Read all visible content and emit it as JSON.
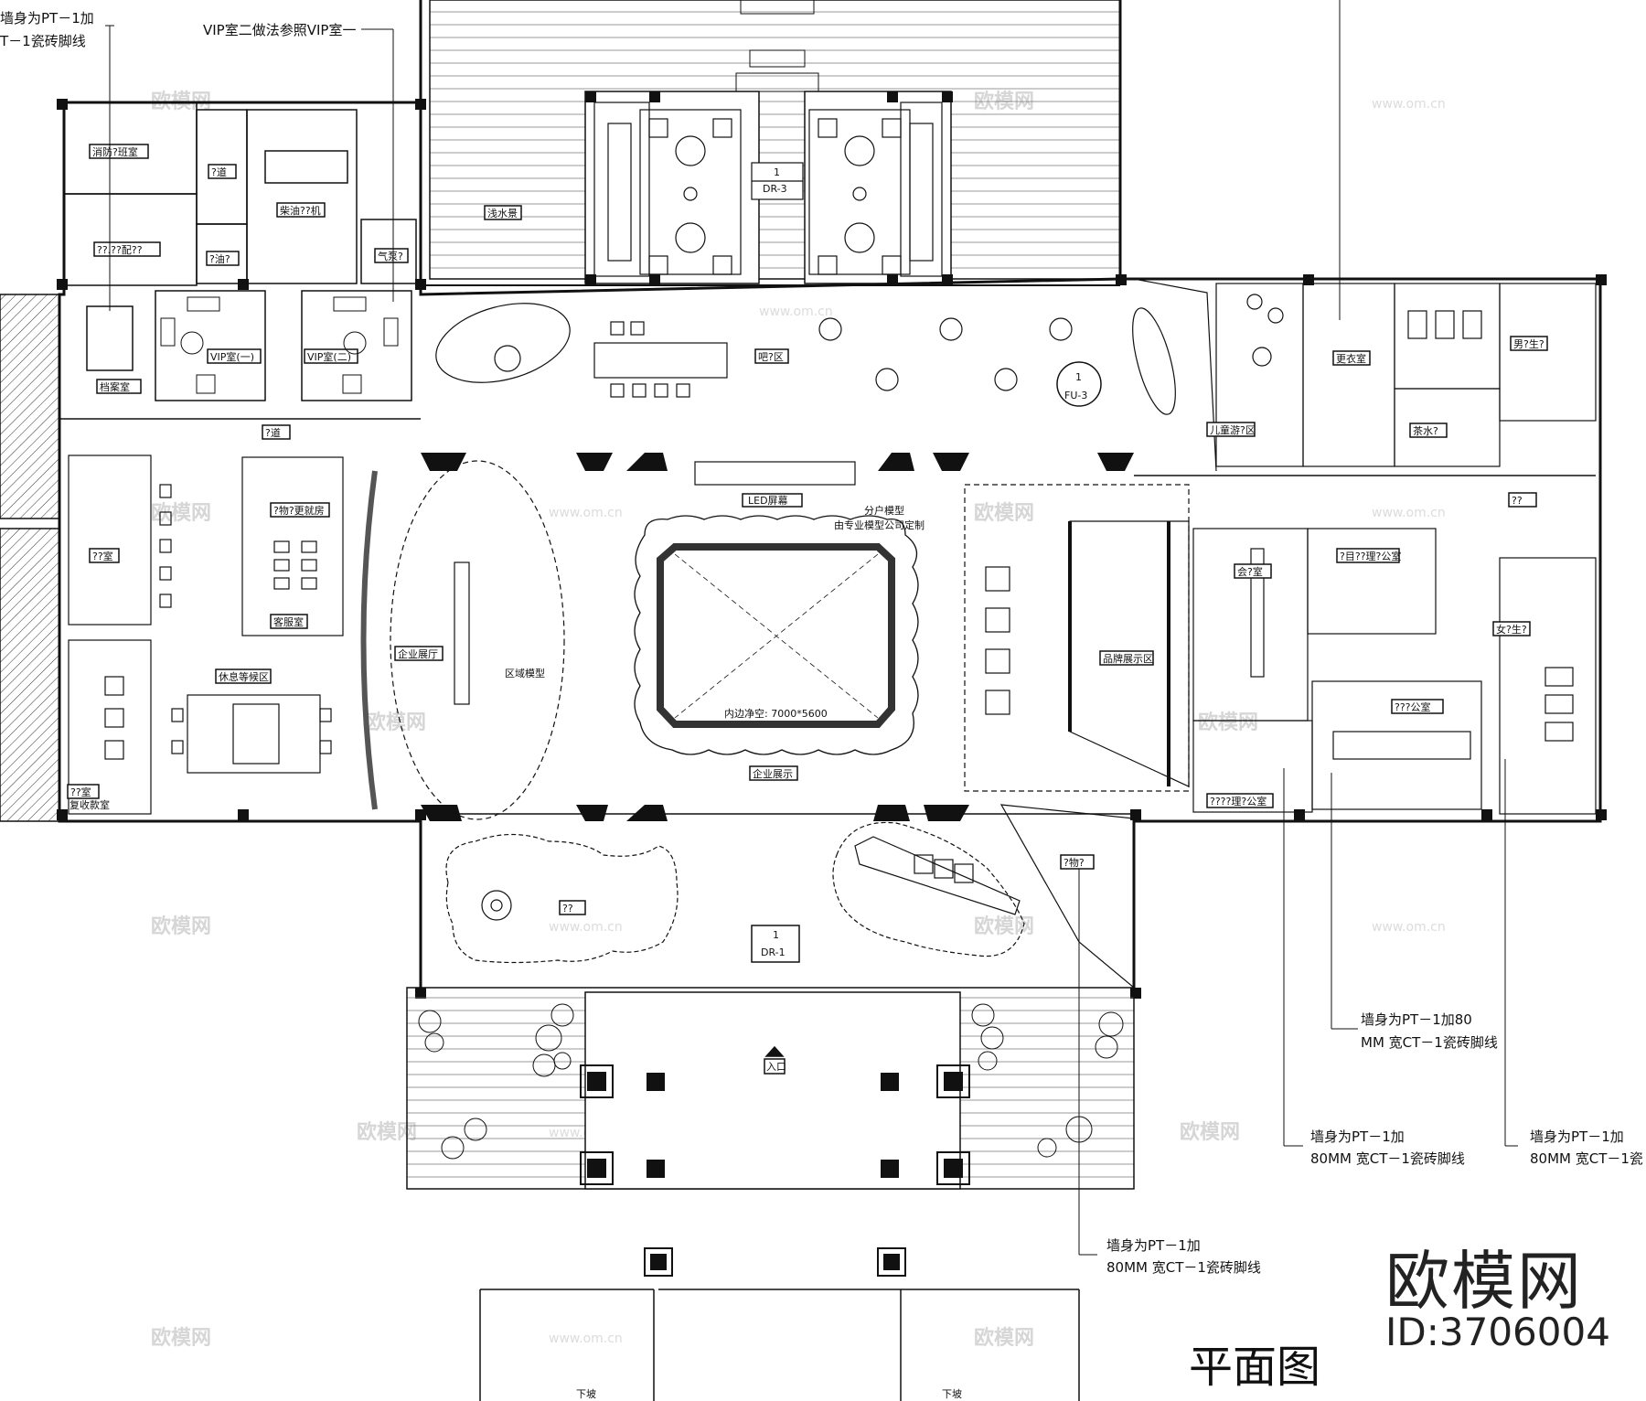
{
  "title": "平面图",
  "brand": {
    "name": "欧模网",
    "id": "ID:3706004"
  },
  "watermark": {
    "text": "欧模网",
    "url": "www.om.cn"
  },
  "notes": {
    "tl1": "墙身为PT－1加",
    "tl2": "T－1瓷砖脚线",
    "vip": "VIP室二做法参照VIP室一",
    "r1a": "墙身为PT－1加80",
    "r1b": "MM 宽CT－1瓷砖脚线",
    "r2a": "墙身为PT－1加",
    "r2b": "80MM 宽CT－1瓷砖脚线",
    "r3a": "墙身为PT－1加",
    "r3b": "80MM 宽CT－1瓷",
    "b1a": "墙身为PT－1加",
    "b1b": "80MM 宽CT－1瓷砖脚线"
  },
  "rooms": {
    "fire": "消防?班室",
    "corridor1": "?道",
    "diesel": "柴油??机",
    "power": "??.??配??",
    "oil": "?油?",
    "gas": "气泵?",
    "vip1": "VIP室(一)",
    "vip2": "VIP室(二)",
    "archive": "档案室",
    "waterscape": "浅水景",
    "bar": "吧?区",
    "kids": "儿童游?区",
    "dressing": "更衣室",
    "male": "男?生?",
    "tea": "茶水?",
    "female": "女?生?",
    "corridor2": "?道",
    "corridor3": "??",
    "office1": "??室",
    "storage": "?物?更就房",
    "guest": "客服室",
    "rest": "休息等候区",
    "signroom": "??室",
    "signroom2": "复收款室",
    "hall": "企业展厅",
    "regional": "区域模型",
    "led": "LED屏幕",
    "unitmodel1": "分户模型",
    "unitmodel2": "由专业模型公司定制",
    "brand": "品牌展示区",
    "meeting": "会?室",
    "pmoffice": "?目??理?公室",
    "openoffice": "???公室",
    "managers": "????理?公室",
    "sandtable": "内边净空: 7000*5600",
    "enterprise": "企业展示",
    "store": "?物?",
    "lounge": "??",
    "entrance": "入口",
    "down": "下坡",
    "dr1": "DR-1",
    "dr3": "DR-3",
    "fu3": "FU-3",
    "tagnum": "1"
  }
}
